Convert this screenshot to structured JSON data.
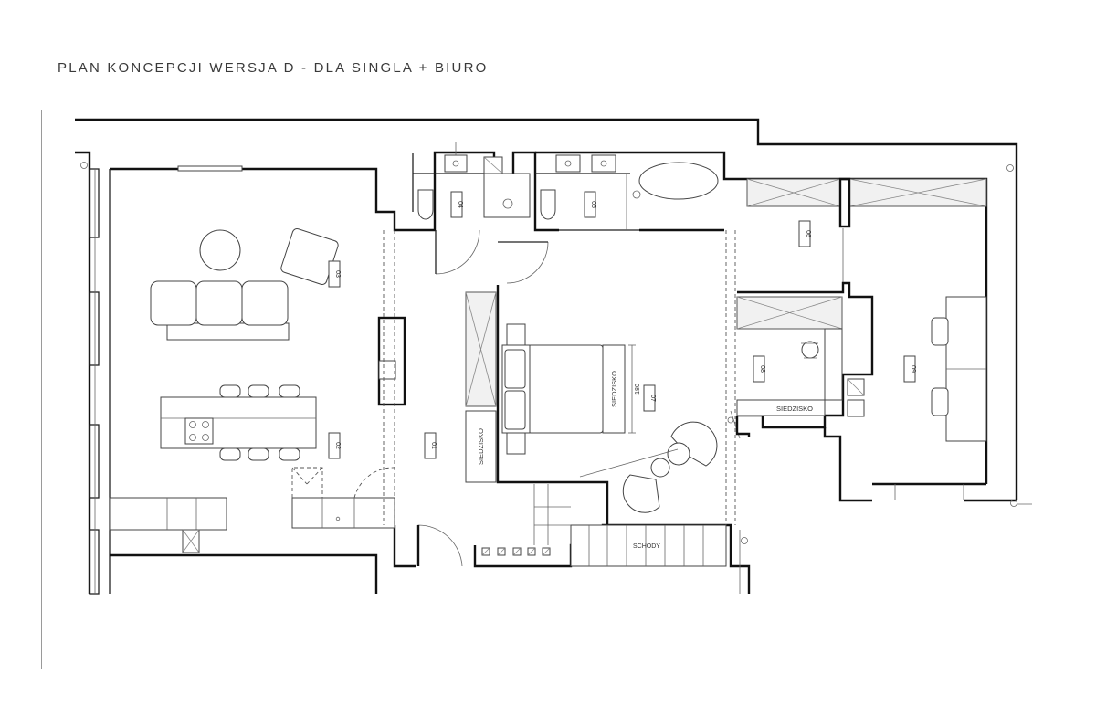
{
  "header": {
    "title": "PLAN KONCEPCJI WERSJA D - DLA SINGLA + BIURO"
  },
  "rooms": {
    "r01": "01",
    "r02": "02",
    "r03": "03",
    "r04": "04",
    "r05": "05",
    "r06": "06",
    "r07": "07",
    "r08": "08",
    "r09": "09"
  },
  "labels": {
    "siedzisko_bedroom": "SIEDZISKO",
    "siedzisko_hall": "SIEDZISKO",
    "siedzisko_room08": "SIEDZISKO",
    "bed_width": "180",
    "stairs": "SCHODY"
  }
}
